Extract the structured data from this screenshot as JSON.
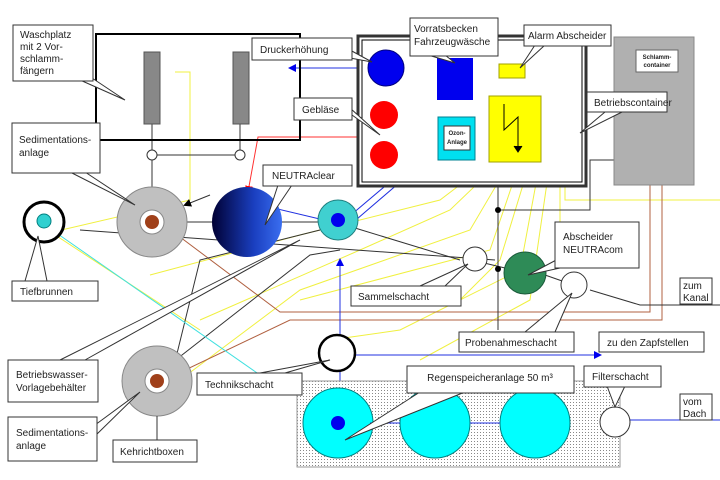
{
  "diagram": {
    "labels": {
      "waschplatz": [
        "Waschplatz",
        "mit 2  Vor-",
        "schlamm-",
        "fängern"
      ],
      "sedimentation_top": [
        "Sedimentations-",
        "anlage"
      ],
      "druckerhoehung": "Druckerhöhung",
      "geblaese": "Gebläse",
      "vorratsbecken": [
        "Vorratsbecken",
        "Fahrzeugwäsche"
      ],
      "alarm": "Alarm Abscheider",
      "schlammcontainer": [
        "Schlamm-",
        "container"
      ],
      "betriebscontainer": "Betriebscontainer",
      "ozon": [
        "Ozon-",
        "Anlage"
      ],
      "neutraclear": "NEUTRAclear",
      "tiefbrunnen": "Tiefbrunnen",
      "sammelschacht": "Sammelschacht",
      "abscheider": [
        "Abscheider",
        "NEUTRAcom"
      ],
      "zum_kanal": [
        "zum",
        "Kanal"
      ],
      "probenahme": "Probenahmeschacht",
      "zapfstellen": "zu den Zapfstellen",
      "betriebswasser": [
        "Betriebswasser-",
        "Vorlagebehälter"
      ],
      "technikschacht": "Technikschacht",
      "regenspeicher": "Regenspeicheranlage 50 m³",
      "filterschacht": "Filterschacht",
      "vom_dach": [
        "vom",
        "Dach"
      ],
      "sedimentation_bottom": [
        "Sedimentations-",
        "anlage"
      ],
      "kehrichtboxen": "Kehrichtboxen"
    },
    "colors": {
      "water_blue": "#0000ee",
      "cyan": "#00ffff",
      "yellow": "#ffff00",
      "red": "#ff0000",
      "green": "#2e8b57",
      "gray": "#b0b0b0",
      "brown": "#a0401a"
    }
  }
}
